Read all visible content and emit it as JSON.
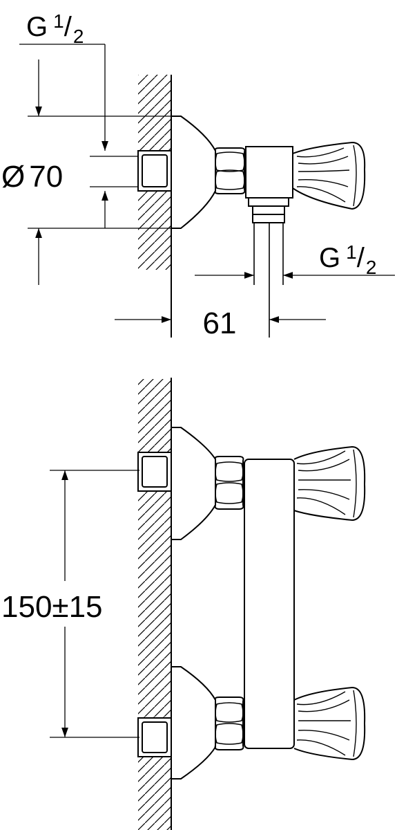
{
  "top_view": {
    "inlet_thread": {
      "base": "G",
      "sup": "1",
      "sub": "2"
    },
    "diameter": {
      "symbol": "Ø",
      "value": "70"
    },
    "outlet_thread": {
      "base": "G",
      "sup": "1",
      "sub": "2"
    },
    "projection": "61"
  },
  "front_view": {
    "center_distance": {
      "value": "150",
      "tolerance": "±15"
    }
  }
}
